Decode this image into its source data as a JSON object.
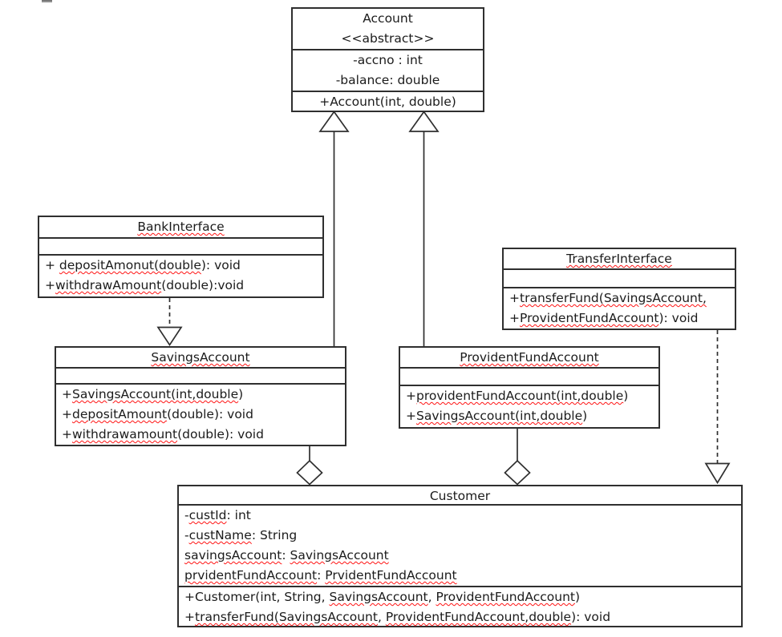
{
  "colors": {
    "line": "#2f2f2f",
    "text": "#1b1b1b",
    "spellcheck_squiggle": "#ff1414",
    "background": "#ffffff"
  },
  "diagram": {
    "classes": [
      {
        "id": "account",
        "name": "Account",
        "title": [
          {
            "segs": [
              {
                "t": "Account"
              }
            ]
          },
          {
            "segs": [
              {
                "t": "<<abstract>>"
              }
            ]
          }
        ],
        "attributes": [
          {
            "segs": [
              {
                "t": "-accno : int"
              }
            ]
          },
          {
            "segs": [
              {
                "t": "-balance: double"
              }
            ]
          }
        ],
        "methods": [
          {
            "segs": [
              {
                "t": "+Account(int, double)"
              }
            ]
          }
        ]
      },
      {
        "id": "bankinterface",
        "name": "BankInterface",
        "title": [
          {
            "segs": [
              {
                "t": "BankInterface",
                "sp": true
              }
            ]
          }
        ],
        "attributes": [],
        "methods": [
          {
            "segs": [
              {
                "t": "+ "
              },
              {
                "t": "depositAmonut(double",
                "sp": true
              },
              {
                "t": "): void"
              }
            ]
          },
          {
            "segs": [
              {
                "t": "+"
              },
              {
                "t": "withdrawAmount",
                "sp": true
              },
              {
                "t": "(double):void"
              }
            ]
          }
        ]
      },
      {
        "id": "transferinterface",
        "name": "TransferInterface",
        "title": [
          {
            "segs": [
              {
                "t": "TransferInterface",
                "sp": true
              }
            ]
          }
        ],
        "attributes": [],
        "methods": [
          {
            "segs": [
              {
                "t": "+"
              },
              {
                "t": "transferFund(SavingsAccount,",
                "sp": true
              }
            ]
          },
          {
            "segs": [
              {
                "t": "+"
              },
              {
                "t": "ProvidentFundAccount",
                "sp": true
              },
              {
                "t": "): void"
              }
            ]
          }
        ]
      },
      {
        "id": "savingsaccount",
        "name": "SavingsAccount",
        "title": [
          {
            "segs": [
              {
                "t": "SavingsAccount",
                "sp": true
              }
            ]
          }
        ],
        "attributes": [],
        "methods": [
          {
            "segs": [
              {
                "t": "+"
              },
              {
                "t": "SavingsAccount(int,double",
                "sp": true
              },
              {
                "t": ")"
              }
            ]
          },
          {
            "segs": [
              {
                "t": "+"
              },
              {
                "t": "depositAmount",
                "sp": true
              },
              {
                "t": "(double): void"
              }
            ]
          },
          {
            "segs": [
              {
                "t": "+"
              },
              {
                "t": "withdrawamount",
                "sp": true
              },
              {
                "t": "(double): void"
              }
            ]
          }
        ]
      },
      {
        "id": "providentfundaccount",
        "name": "ProvidentFundAccount",
        "title": [
          {
            "segs": [
              {
                "t": "ProvidentFundAccount",
                "sp": true
              }
            ]
          }
        ],
        "attributes": [],
        "methods": [
          {
            "segs": [
              {
                "t": "+"
              },
              {
                "t": "providentFundAccount(int,double",
                "sp": true
              },
              {
                "t": ")"
              }
            ]
          },
          {
            "segs": [
              {
                "t": "+"
              },
              {
                "t": "SavingsAccount(int,double",
                "sp": true
              },
              {
                "t": ")"
              }
            ]
          }
        ]
      },
      {
        "id": "customer",
        "name": "Customer",
        "title": [
          {
            "segs": [
              {
                "t": "Customer"
              }
            ]
          }
        ],
        "attributes": [
          {
            "segs": [
              {
                "t": "-"
              },
              {
                "t": "custId",
                "sp": true
              },
              {
                "t": ": int"
              }
            ]
          },
          {
            "segs": [
              {
                "t": "-"
              },
              {
                "t": "custName",
                "sp": true
              },
              {
                "t": ": String"
              }
            ]
          },
          {
            "segs": [
              {
                "t": "savingsAccount",
                "sp": true
              },
              {
                "t": ": "
              },
              {
                "t": "SavingsAccount",
                "sp": true
              }
            ]
          },
          {
            "segs": [
              {
                "t": "prvidentFundAccount",
                "sp": true
              },
              {
                "t": ": "
              },
              {
                "t": "PrvidentFundAccount",
                "sp": true
              }
            ]
          }
        ],
        "methods": [
          {
            "segs": [
              {
                "t": "+Customer(int, String, "
              },
              {
                "t": "SavingsAccount",
                "sp": true
              },
              {
                "t": ", "
              },
              {
                "t": "ProvidentFundAccount",
                "sp": true
              },
              {
                "t": ")"
              }
            ]
          },
          {
            "segs": [
              {
                "t": "+"
              },
              {
                "t": "transferFund(SavingsAccount",
                "sp": true
              },
              {
                "t": ", "
              },
              {
                "t": "ProvidentFundAccount,double",
                "sp": true
              },
              {
                "t": "): void"
              }
            ]
          }
        ]
      }
    ],
    "relationships": [
      {
        "type": "generalization",
        "from": "SavingsAccount",
        "to": "Account",
        "line": "solid",
        "head": "hollow-triangle"
      },
      {
        "type": "generalization",
        "from": "ProvidentFundAccount",
        "to": "Account",
        "line": "solid",
        "head": "hollow-triangle"
      },
      {
        "type": "realization",
        "from": "BankInterface",
        "to": "SavingsAccount",
        "line": "dashed",
        "head": "hollow-triangle"
      },
      {
        "type": "realization",
        "from": "TransferInterface",
        "to": "Customer",
        "line": "dashed",
        "head": "hollow-triangle"
      },
      {
        "type": "aggregation",
        "from": "Customer",
        "to": "SavingsAccount",
        "line": "solid",
        "head": "hollow-diamond"
      },
      {
        "type": "aggregation",
        "from": "Customer",
        "to": "ProvidentFundAccount",
        "line": "solid",
        "head": "hollow-diamond"
      }
    ]
  }
}
